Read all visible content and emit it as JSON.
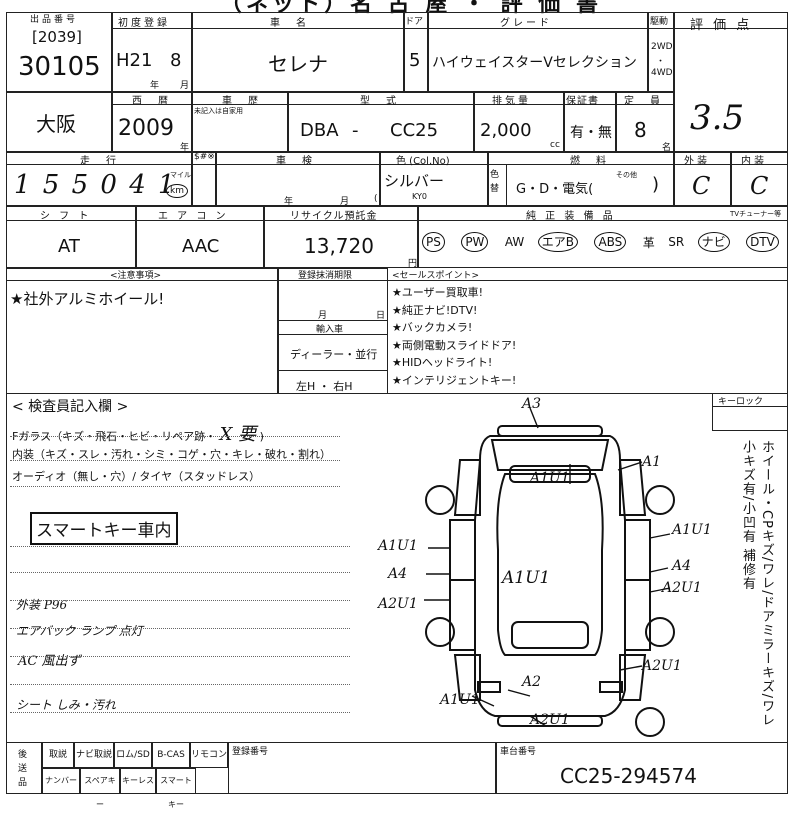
{
  "top_title": "（ネット）名 古 屋 ・ 評 価 書",
  "lot_label": "出品番号",
  "header": {
    "lot_bracket": "[2039]",
    "lot_number": "30105",
    "reg_label": "初度登録",
    "reg_era": "H21",
    "reg_month": "8",
    "reg_y": "年",
    "reg_m": "月",
    "car_label": "車　名",
    "car_name": "セレナ",
    "door_label": "ドア",
    "door": "5",
    "grade_label": "グレード",
    "grade": "ハイウェイスターVセレクション",
    "drive_label": "駆動",
    "drive_2wd": "2WD",
    "drive_dot": "・",
    "drive_4wd": "4WD",
    "score_label": "評 価 点",
    "score": "3.5"
  },
  "row2": {
    "location": "大阪",
    "year_label": "西　暦",
    "year": "2009",
    "year_unit": "年",
    "history_label": "車　歴",
    "history_note": "未記入は自家用",
    "model_label": "型　式",
    "model_prefix": "DBA",
    "model_dash": "-",
    "model_code": "CC25",
    "displacement_label": "排気量",
    "displacement": "2,000",
    "displacement_unit": "cc",
    "warranty_label": "保証書",
    "warranty": "有・無",
    "capacity_label": "定　員",
    "capacity": "8",
    "capacity_unit": "名"
  },
  "row3": {
    "mileage_label": "走　行",
    "mileage": "1 5 5 0 4 1",
    "mile_unit": "マイル",
    "km_unit": "km",
    "smark_label": "$#※",
    "inspection_label": "車　検",
    "inspection_y": "年",
    "inspection_m": "月",
    "inspection_paren": ")",
    "inspection_open": "(",
    "color_label": "色 (Col.No)",
    "color": "シルバー",
    "color_code": "KY0",
    "color_change_label": "色替",
    "fuel_label": "燃　料",
    "fuel": "G・D・電気(",
    "fuel_other": "その他",
    "fuel_close": ")",
    "exterior_label": "外 装",
    "interior_label": "内 装",
    "exterior": "C",
    "interior": "C"
  },
  "row4": {
    "shift_label": "シ フ ト",
    "shift": "AT",
    "ac_label": "エ ア コ ン",
    "ac": "AAC",
    "recycle_label": "リサイクル預託金",
    "recycle": "13,720",
    "recycle_unit": "円",
    "equip_label": "純 正 装 備 品",
    "tuner_label": "TVチューナー等",
    "equipment": [
      "PS",
      "PW",
      "AW",
      "エアB",
      "ABS",
      "革",
      "SR",
      "ナビ",
      "DTV"
    ]
  },
  "notes": {
    "caution_label": "<注意事項>",
    "caution_text": "★社外アルミホイール!",
    "reg_period_label": "登録抹消期限",
    "month": "月",
    "day": "日",
    "import_label": "輸入車",
    "import_type": "ディーラー・並行",
    "handle": "左H ・ 右H",
    "sales_label": "<セールスポイント>",
    "sales_points": [
      "★ユーザー買取車!",
      "★純正ナビ!DTV!",
      "★バックカメラ!",
      "★両側電動スライドドア!",
      "★HIDヘッドライト!",
      "★インテリジェントキー!"
    ]
  },
  "inspector": {
    "title": "< 検査員記入欄 >",
    "glass": "Fガラス（キズ・飛石・ヒビ・リペア跡・",
    "glass_hand": "X 要",
    "glass_close": ")",
    "interior": "内装（キズ・スレ・汚れ・シミ・コゲ・穴・キレ・破れ・割れ）",
    "audio": "オーディオ（無し・穴）/ タイヤ（スタッドレス）",
    "smart_key": "スマートキー車内",
    "hand_notes": [
      "外装 P96",
      "エアバック ランプ 点灯",
      "AC 風出ず",
      "シート しみ・汚れ"
    ],
    "key_lock_label": "キーロック"
  },
  "diagram_marks": {
    "a3": "A3",
    "a1u1_top": "A1U1",
    "a1_right": "A1",
    "a1u1_left": "A1U1",
    "a4_left": "A4",
    "a2u1_left": "A2U1",
    "a1u1_center": "A1U1",
    "a1u1_right": "A1U1",
    "a4_right": "A4",
    "a2u1_right": "A2U1",
    "a2u1_rear": "A2U1",
    "a2": "A2",
    "a1u1_rear": "A1U1",
    "a2u1_bottom": "A2U1"
  },
  "side_note": "ホイール・CPキズ/ワレ/ドアミラーキズ/ワレ 小キズ有/小凹有 補修有",
  "footer": {
    "items_top": [
      "取説",
      "ナビ取説",
      "ロム/SD",
      "B-CAS",
      "リモコン"
    ],
    "items_bottom": [
      "ナンバー",
      "スペアキー",
      "キーレス",
      "スマートキー"
    ],
    "left_label": "後送品",
    "reg_no_label": "登録番号",
    "chassis_label": "車台番号",
    "chassis_number": "CC25-294574"
  }
}
